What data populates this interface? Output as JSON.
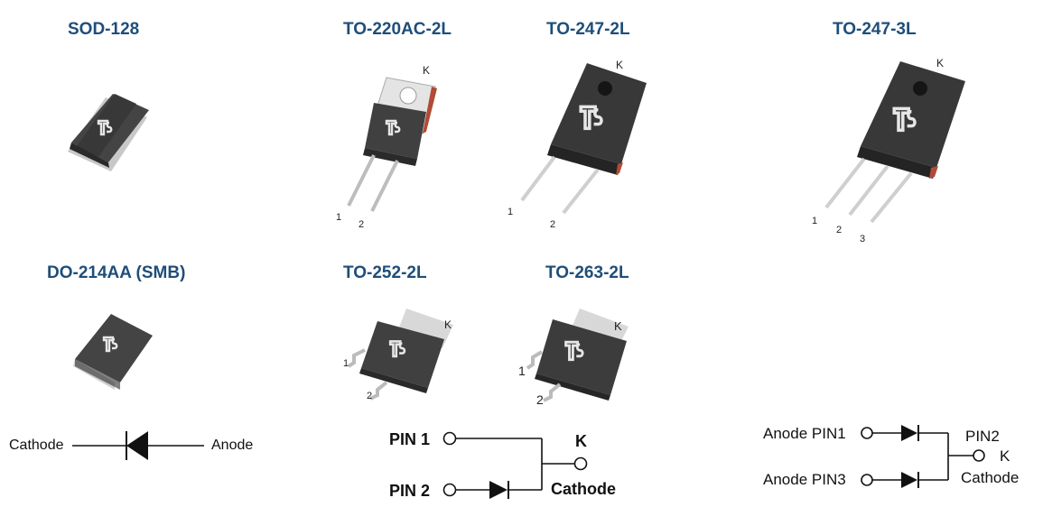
{
  "titles": {
    "sod128": "SOD-128",
    "to220": "TO-220AC-2L",
    "to247_2l": "TO-247-2L",
    "to247_3l": "TO-247-3L",
    "do214": "DO-214AA (SMB)",
    "to252": "TO-252-2L",
    "to263": "TO-263-2L"
  },
  "pkg_labels": {
    "to220": {
      "k": "K",
      "p1": "1",
      "p2": "2"
    },
    "to247_2l": {
      "k": "K",
      "p1": "1",
      "p2": "2"
    },
    "to247_3l": {
      "k": "K",
      "p1": "1",
      "p2": "2",
      "p3": "3"
    },
    "to252": {
      "k": "K",
      "p1": "1",
      "p2": "2"
    },
    "to263": {
      "k": "K",
      "p1": "1",
      "p2": "2"
    }
  },
  "schematic_single": {
    "cathode": "Cathode",
    "anode": "Anode"
  },
  "schematic_2pin": {
    "pin1": "PIN 1",
    "pin2": "PIN 2",
    "k": "K",
    "cathode": "Cathode"
  },
  "schematic_dual": {
    "anode1": "Anode PIN1",
    "anode3": "Anode PIN3",
    "pin2": "PIN2",
    "k": "K",
    "cathode": "Cathode"
  },
  "colors": {
    "title": "#1f4e79",
    "body": "#3a3a3a",
    "line": "#111111"
  },
  "logo_icon": "ts-logo-icon"
}
